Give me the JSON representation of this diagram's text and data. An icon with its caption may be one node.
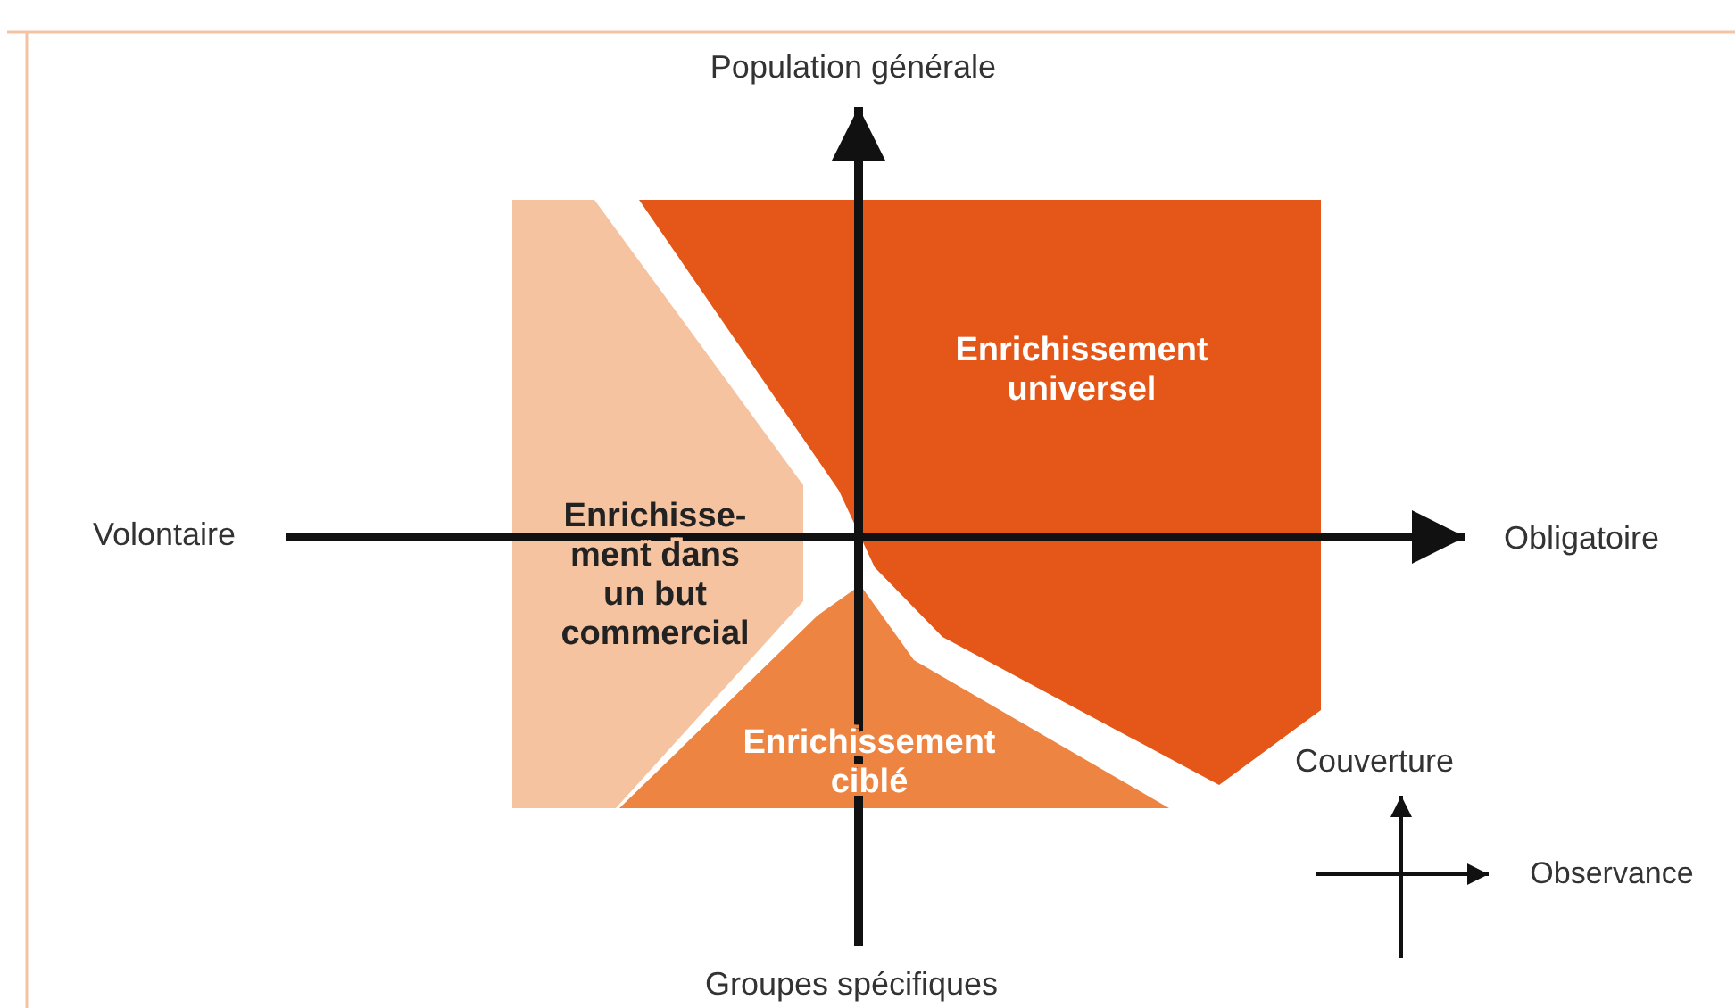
{
  "diagram": {
    "nodes": [
      {
        "text": [
          "Enrichissement universel"
        ]
      },
      {
        "text": [
          "Enrichisse- ment dans un but commercial"
        ]
      },
      {
        "text": [
          "Enrichissement ciblé"
        ]
      }
    ],
    "labels": [
      "Population générale",
      "Volontaire",
      "Obligatoire",
      "Couverture",
      "Observance",
      "Groupes spécifiques"
    ]
  }
}
